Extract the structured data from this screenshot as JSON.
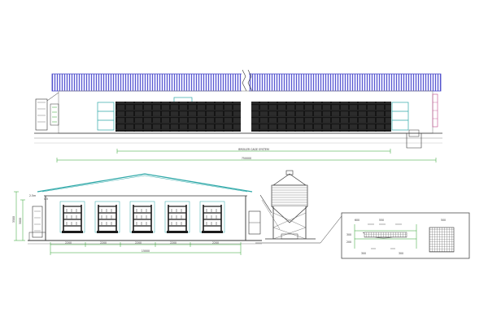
{
  "drawing": {
    "elevation": {
      "center_label": "BROILER CAGE SYSTEM",
      "total_label": "750000"
    },
    "section": {
      "span_label": "15000",
      "bay_labels": [
        "2200",
        "2200",
        "2200",
        "2200",
        "2200"
      ],
      "height_labels": [
        "3500",
        "3000"
      ],
      "left_mark": "2.5m",
      "top_mark": "0.5"
    },
    "detail": {
      "labels": [
        "600",
        "550",
        "500",
        "300",
        "200",
        "300",
        "300"
      ]
    },
    "colors": {
      "roof": "#6a6ad8",
      "cage": "#1c1c1c",
      "dimension": "#2aa02a",
      "line": "#333333",
      "outline": "#8a8a8a",
      "window": "#2ea8a8"
    }
  }
}
